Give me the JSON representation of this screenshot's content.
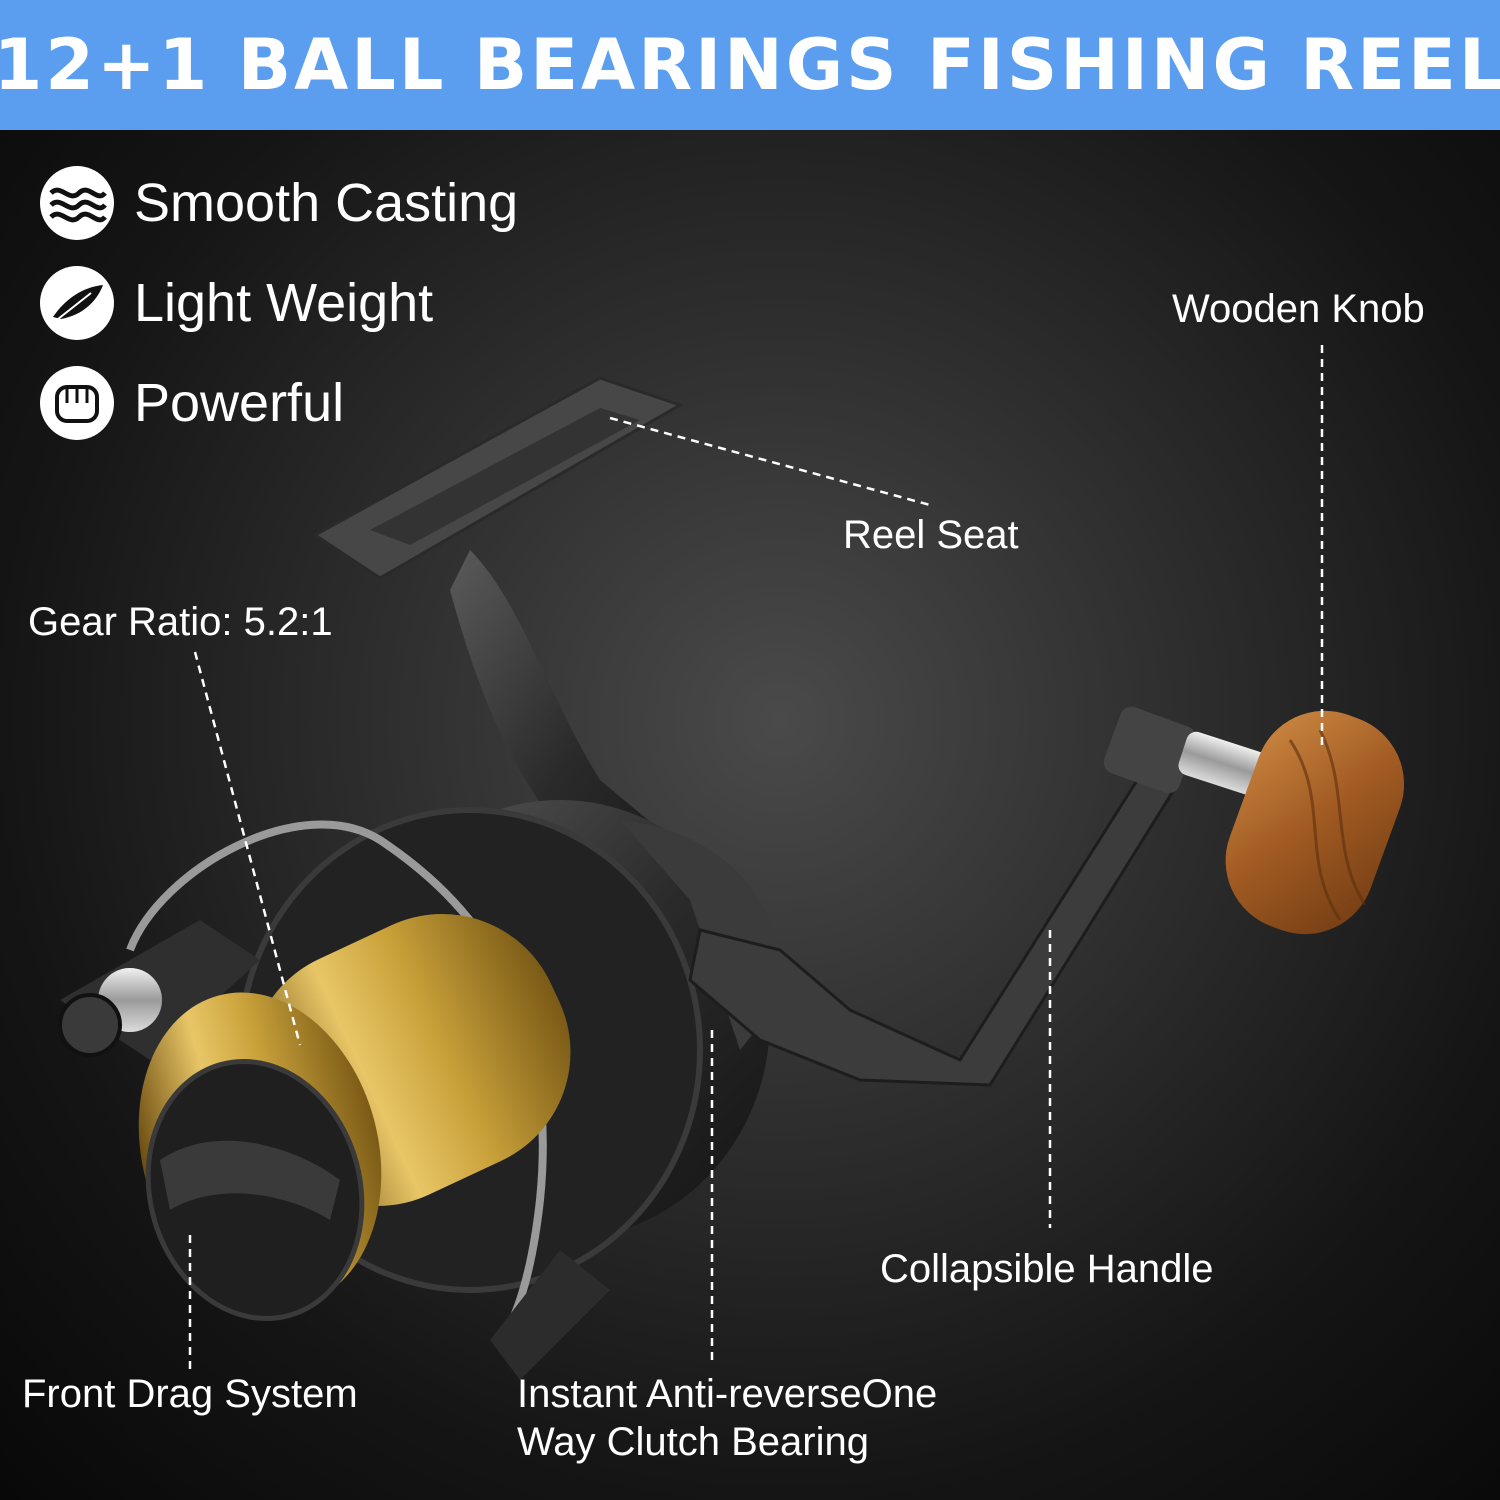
{
  "banner": {
    "title": "12+1 BALL BEARINGS FISHING REEL",
    "color": "#5b9ef0"
  },
  "features": [
    {
      "icon": "waves-icon",
      "label": "Smooth Casting"
    },
    {
      "icon": "feather-icon",
      "label": "Light Weight"
    },
    {
      "icon": "fist-icon",
      "label": "Powerful"
    }
  ],
  "callouts": {
    "wooden_knob": "Wooden Knob",
    "reel_seat": "Reel Seat",
    "gear_ratio": "Gear Ratio: 5.2:1",
    "collapsible_handle": "Collapsible Handle",
    "front_drag": "Front Drag System",
    "anti_reverse_line1": "Instant Anti-reverseOne",
    "anti_reverse_line2": "Way Clutch Bearing"
  },
  "product_colors": {
    "spool_gold": "#c9a13a",
    "body_dark": "#2a2a2a",
    "knob_wood": "#b06a2c"
  }
}
